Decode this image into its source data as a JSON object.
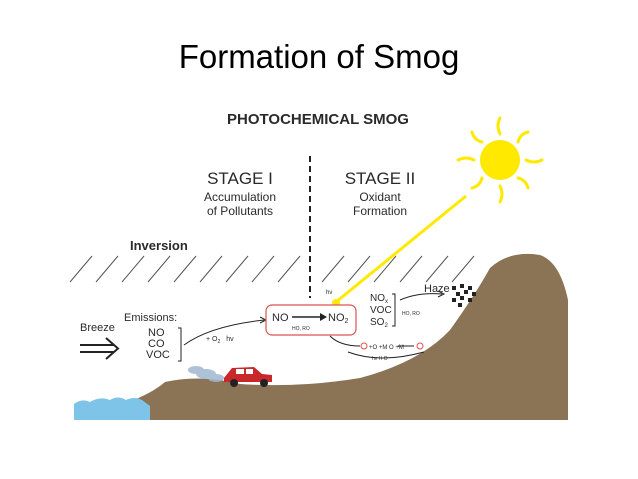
{
  "slide": {
    "title": "Formation of Smog"
  },
  "diagram": {
    "heading": "PHOTOCHEMICAL SMOG",
    "stage1": {
      "title": "STAGE I",
      "line1": "Accumulation",
      "line2": "of Pollutants"
    },
    "stage2": {
      "title": "STAGE II",
      "line1": "Oxidant",
      "line2": "Formation"
    },
    "inversion": "Inversion",
    "breeze": "Breeze",
    "emissions": {
      "label": "Emissions:",
      "items": [
        "NO",
        "CO",
        "VOC"
      ]
    },
    "reaction1": "+ O",
    "reaction1_sub": "2",
    "reaction1_hv": "hν",
    "box": {
      "left": "NO",
      "right": "NO",
      "right_sub": "2",
      "catalysts": "HO, RO"
    },
    "hv_top": "hν",
    "products": [
      "NO",
      "VOC",
      "SO"
    ],
    "products_sub": [
      "x",
      "",
      "2"
    ],
    "products_side": "HO, RO",
    "ozone_chain": "+O   +M   O  +M",
    "ozone_chain_bottom": "hν  H O",
    "haze": "Haze",
    "colors": {
      "sun": "#ffe900",
      "ground": "#8b7355",
      "water": "#7ec4e8",
      "car": "#c8282a",
      "arrow": "#ffe900"
    }
  }
}
